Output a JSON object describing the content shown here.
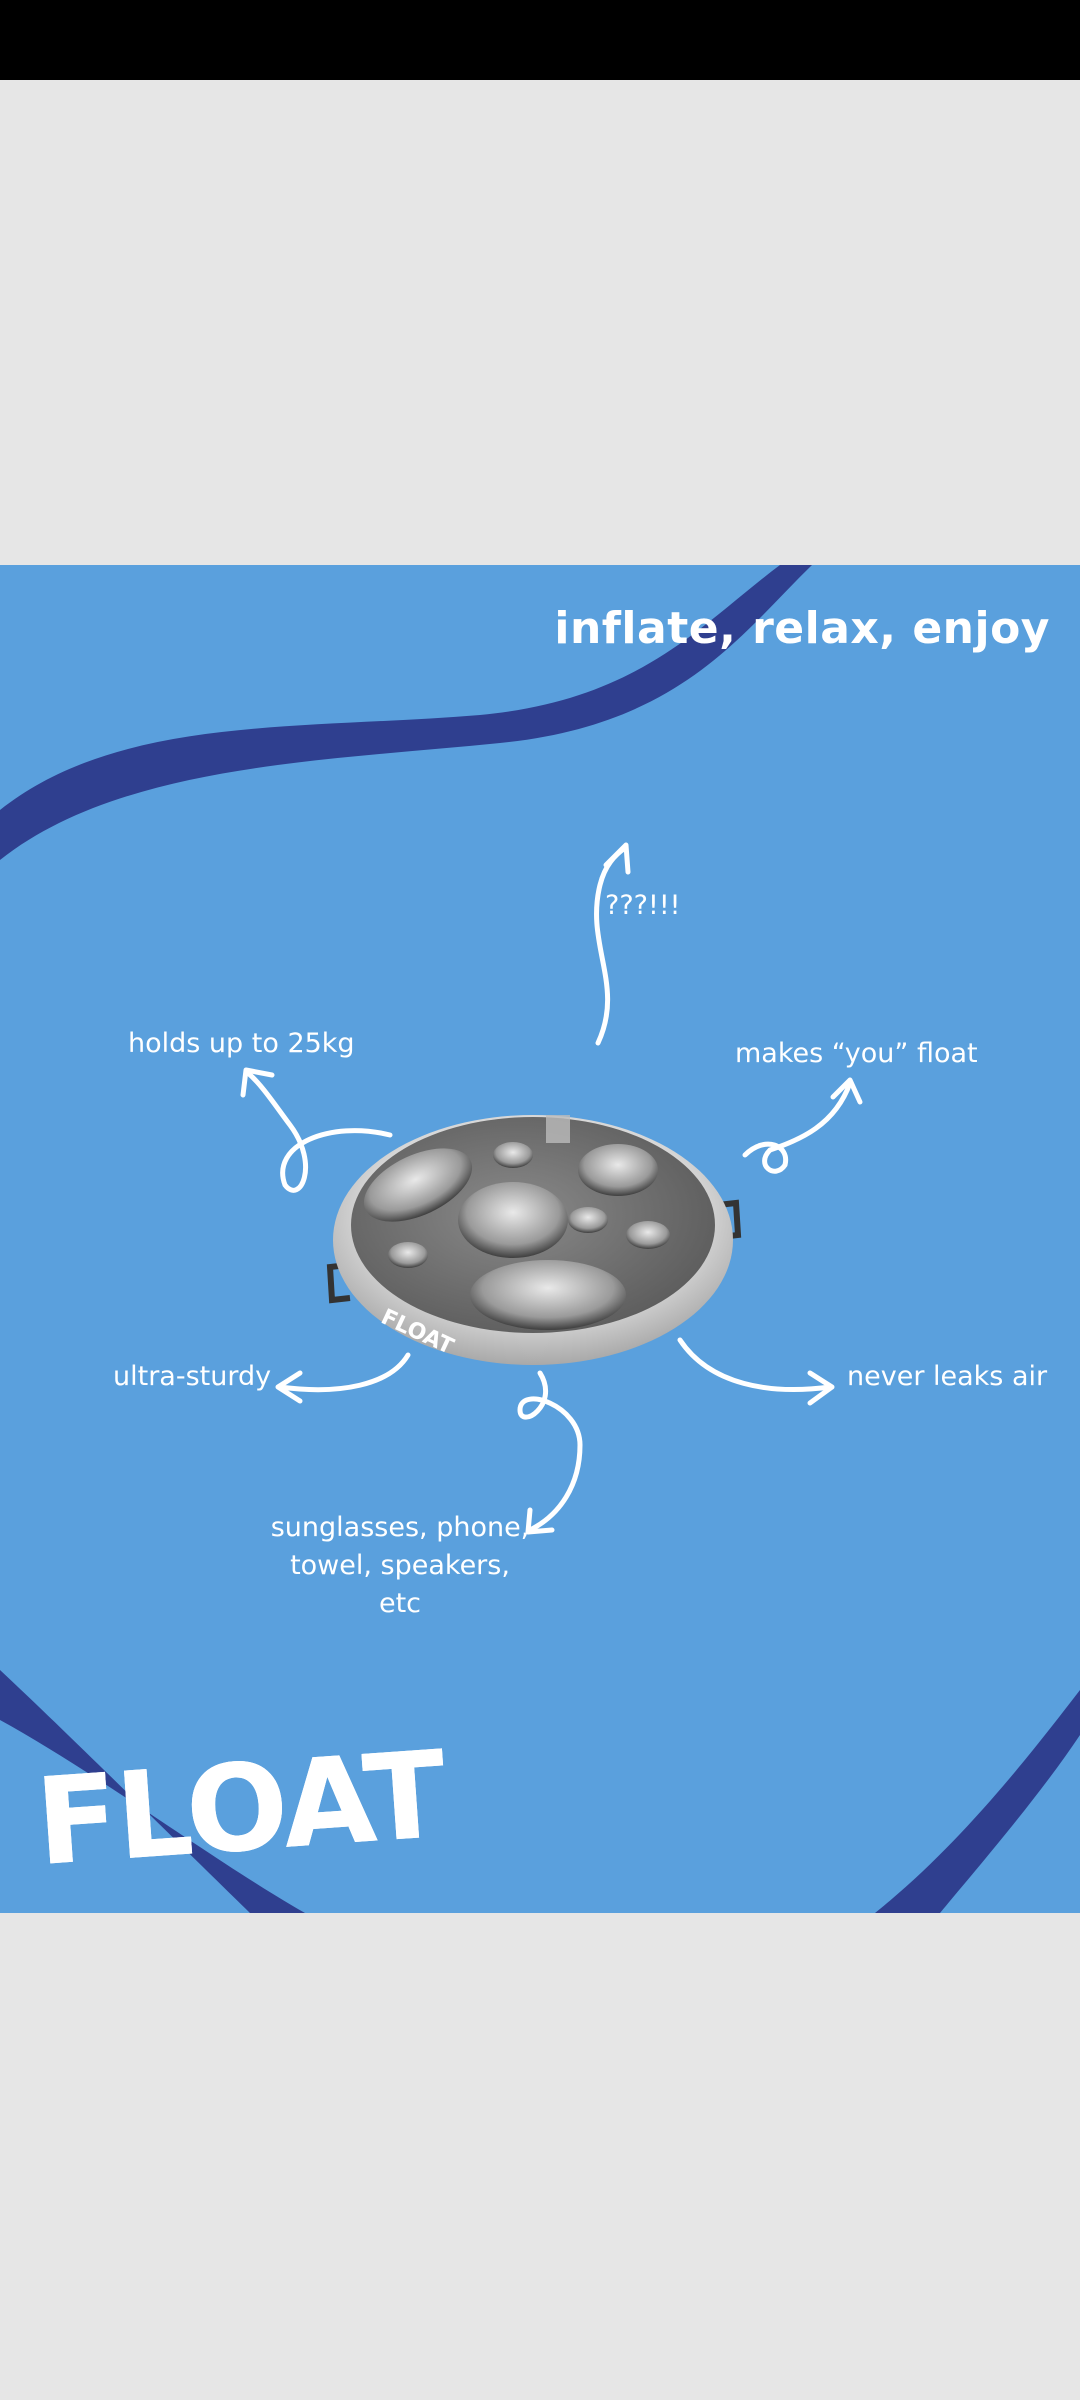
{
  "poster": {
    "tagline": "inflate, relax, enjoy",
    "brand": "FLOAT",
    "product_print": "FLOAT",
    "labels": {
      "mystery": "???!!!",
      "weight": "holds up to 25kg",
      "makes_you_float": "makes “you” float",
      "sturdy": "ultra-sturdy",
      "never_leaks": "never leaks air",
      "items": "sunglasses, phone, towel, speakers, etc"
    }
  },
  "colors": {
    "poster_background": "#5aa0dd",
    "wave": "#2f3f8f",
    "text": "#ffffff",
    "status_bar": "#000000",
    "page_background": "#e6e6e6"
  }
}
